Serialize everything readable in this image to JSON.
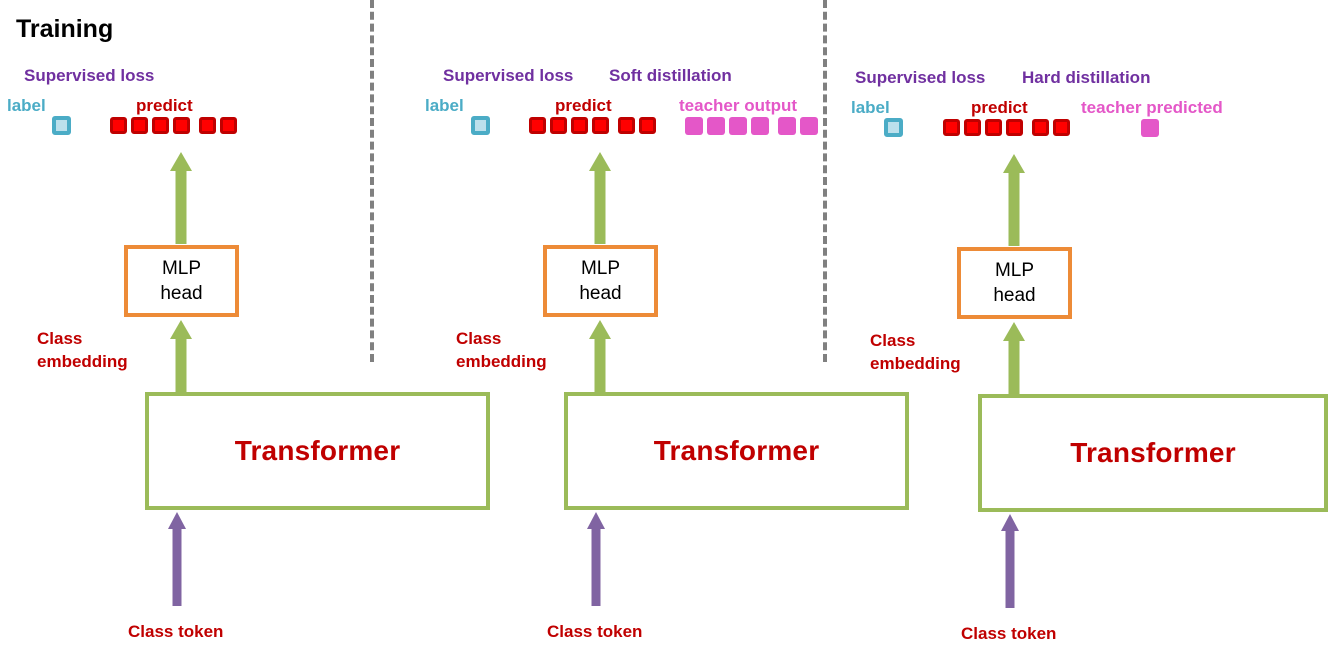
{
  "figure": {
    "title": "Training",
    "colors": {
      "purple_label": "#7030A0",
      "cyan_label": "#4BACC6",
      "red_label": "#C00000",
      "magenta_label": "#E457C8",
      "green_box": "#9BBB59",
      "orange_box": "#ED8B37",
      "green_arrow": "#9BBB59",
      "purple_arrow": "#8064A2",
      "divider": "#808080",
      "token_red": "#FF0000",
      "token_cyan": "#4BACC6",
      "token_magenta": "#E457C8"
    }
  },
  "panels": [
    {
      "id": "panel-supervised",
      "loss_label": "Supervised loss",
      "distillation_label": "",
      "label_label": "label",
      "predict_label": "predict",
      "teacher_label": "",
      "label_tokens": 1,
      "predict_tokens": 6,
      "teacher_tokens": 0,
      "mlp_head_line1": "MLP",
      "mlp_head_line2": "head",
      "class_embedding_line1": "Class",
      "class_embedding_line2": "embedding",
      "transformer_label": "Transformer",
      "class_token_label": "Class token"
    },
    {
      "id": "panel-soft-distillation",
      "loss_label": "Supervised loss",
      "distillation_label": "Soft distillation",
      "label_label": "label",
      "predict_label": "predict",
      "teacher_label": "teacher output",
      "label_tokens": 1,
      "predict_tokens": 6,
      "teacher_tokens": 6,
      "mlp_head_line1": "MLP",
      "mlp_head_line2": "head",
      "class_embedding_line1": "Class",
      "class_embedding_line2": "embedding",
      "transformer_label": "Transformer",
      "class_token_label": "Class token"
    },
    {
      "id": "panel-hard-distillation",
      "loss_label": "Supervised loss",
      "distillation_label": "Hard distillation",
      "label_label": "label",
      "predict_label": "predict",
      "teacher_label": "teacher predicted",
      "label_tokens": 1,
      "predict_tokens": 6,
      "teacher_tokens": 1,
      "mlp_head_line1": "MLP",
      "mlp_head_line2": "head",
      "class_embedding_line1": "Class",
      "class_embedding_line2": "embedding",
      "transformer_label": "Transformer",
      "class_token_label": "Class token"
    }
  ]
}
